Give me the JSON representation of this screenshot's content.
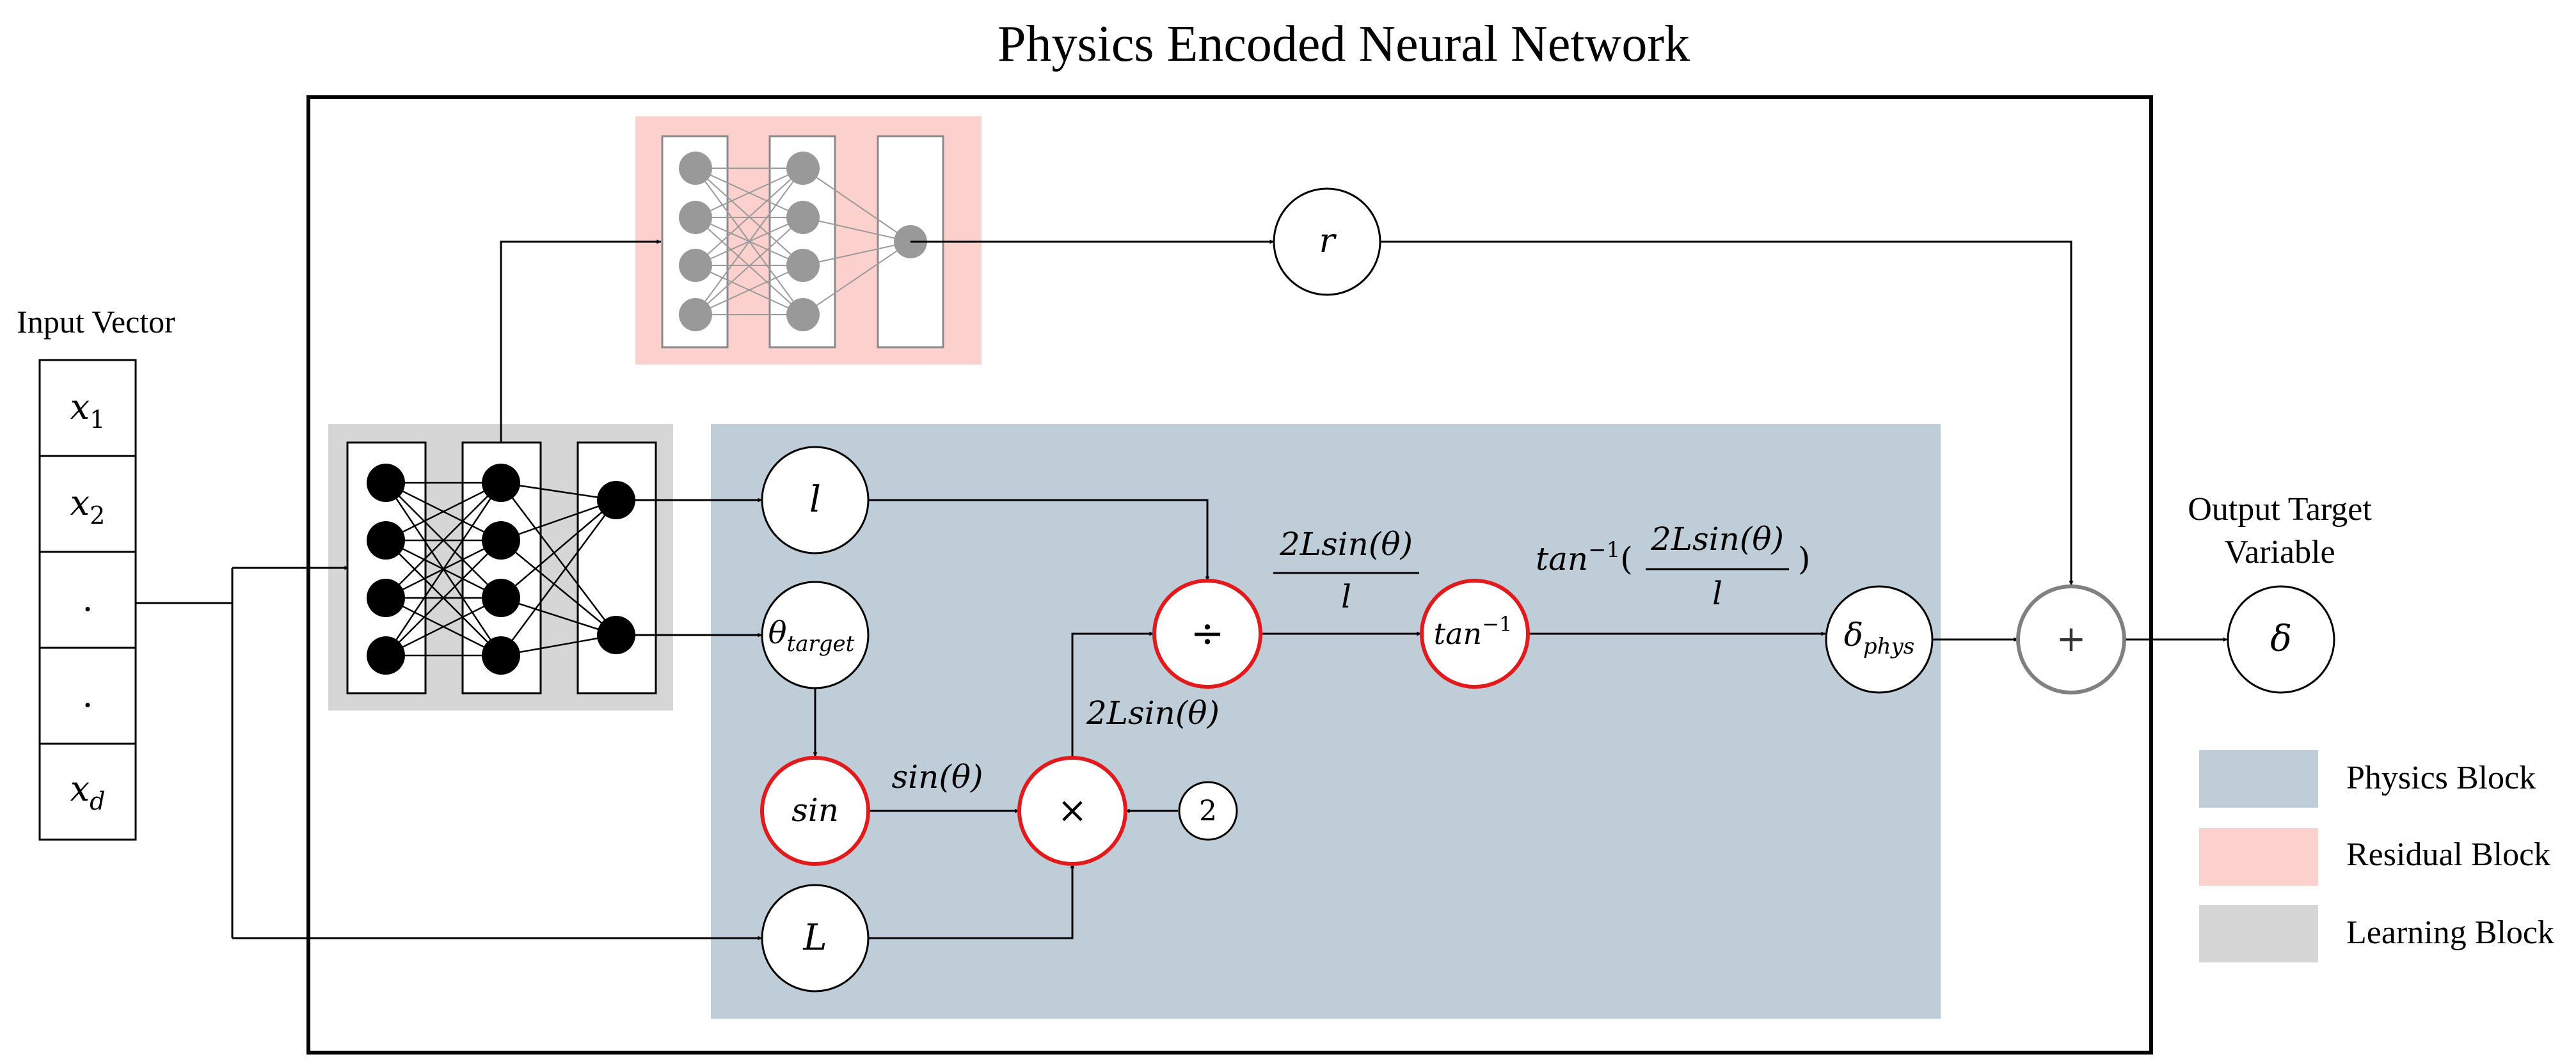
{
  "title": "Physics Encoded Neural Network",
  "input": {
    "label": "Input Vector",
    "cells": [
      {
        "base": "x",
        "sub": "1"
      },
      {
        "base": "x",
        "sub": "2"
      },
      {
        "base": ".",
        "sub": ""
      },
      {
        "base": ".",
        "sub": ""
      },
      {
        "base": "x",
        "sub": "d"
      }
    ]
  },
  "nodes": {
    "r": "r",
    "l": "l",
    "theta": {
      "base": "θ",
      "sub": "target"
    },
    "sin": "sin",
    "times": "×",
    "two": "2",
    "L": "L",
    "divide": "÷",
    "arctan": {
      "base": "tan",
      "sup": "−1"
    },
    "delta_phys": {
      "base": "δ",
      "sub": "phys"
    },
    "plus": "+",
    "delta": "δ"
  },
  "edge_labels": {
    "sin_theta": "sin(θ)",
    "two_l_sin_theta": "2Lsin(θ)",
    "fraction_num": "2Lsin(θ)",
    "fraction_den": "l",
    "arctan_expr_prefix": "tan",
    "arctan_expr_sup": "−1",
    "arctan_expr_open": "(",
    "arctan_expr_num": "2Lsin(θ)",
    "arctan_expr_den": "l",
    "arctan_expr_close": ")"
  },
  "output": {
    "label_line1": "Output Target",
    "label_line2": "Variable"
  },
  "legend": [
    {
      "label": "Physics Block",
      "color": "#bfcdd8"
    },
    {
      "label": "Residual Block",
      "color": "#fbd0cd"
    },
    {
      "label": "Learning Block",
      "color": "#d6d6d6"
    }
  ],
  "colors": {
    "physics_block": "#bfcdd8",
    "residual_block": "#fbd0cd",
    "learning_block": "#d6d6d6",
    "operator_ring": "#e31a1c",
    "residual_neuron": "#999999",
    "plus_ring": "#808080"
  }
}
